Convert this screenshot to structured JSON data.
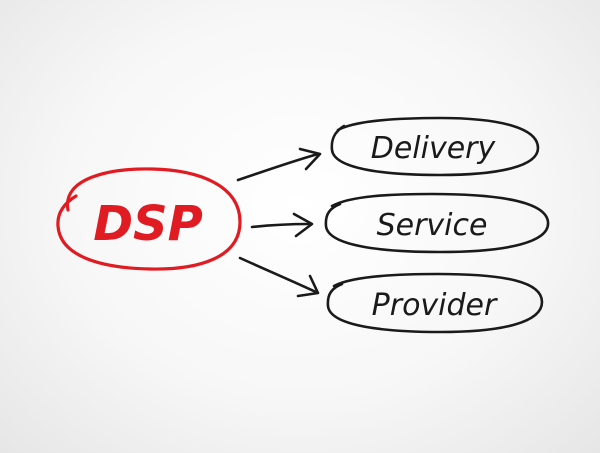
{
  "diagram": {
    "acronym": "DSP",
    "terms": [
      "Delivery",
      "Service",
      "Provider"
    ]
  },
  "colors": {
    "acronym": "#e01b22",
    "terms": "#1a1a1a",
    "background": "#f4f4f4"
  }
}
